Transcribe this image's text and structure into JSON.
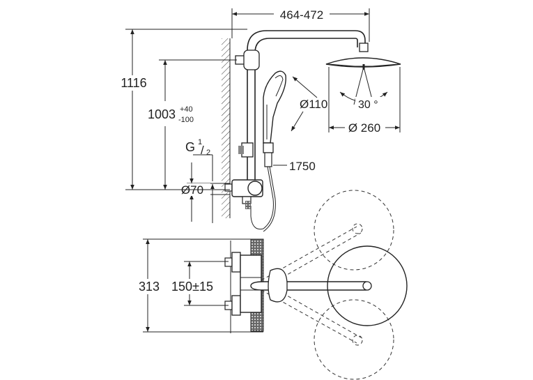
{
  "dimensions": {
    "width_range": "464-472",
    "total_height": "1116",
    "bar_height_base": "1003",
    "bar_height_tol_plus": "+40",
    "bar_height_tol_minus": "-100",
    "thread_g": "G",
    "thread_num": "1",
    "thread_den": "2",
    "pipe_diameter": "Ø70",
    "hand_shower_diameter": "Ø110",
    "hose_length": "1750",
    "head_tilt_angle": "30 °",
    "head_diameter": "Ø 260",
    "projection_depth": "313",
    "inlet_spacing": "150±15"
  }
}
